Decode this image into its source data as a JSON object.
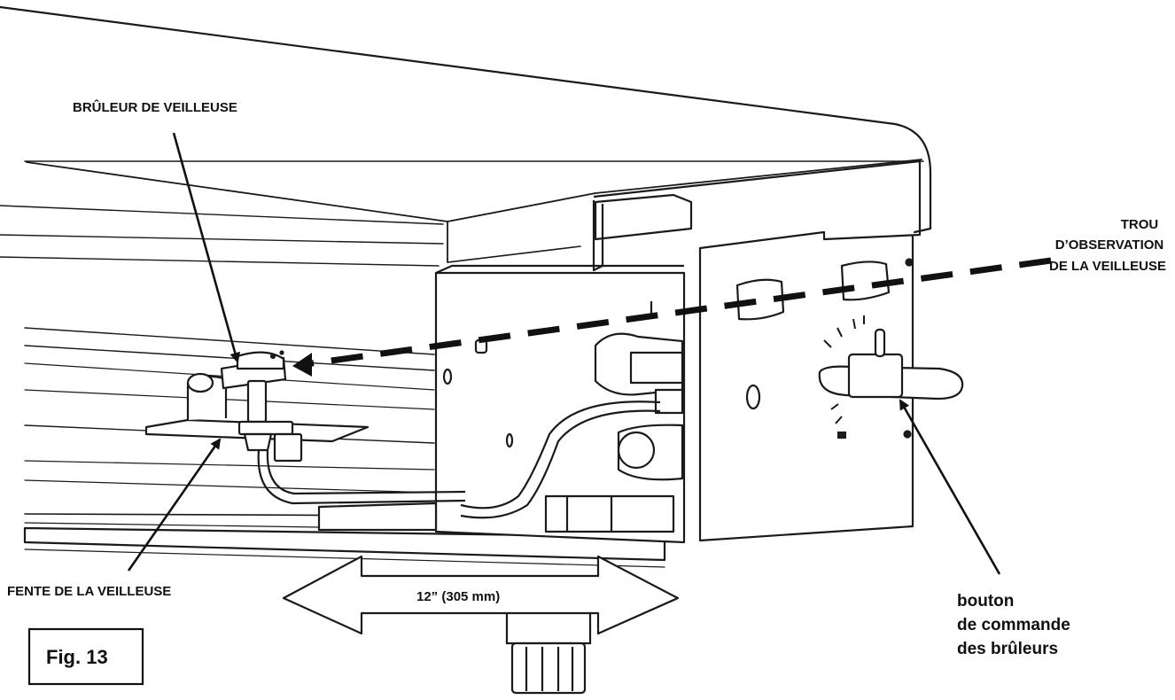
{
  "labels": {
    "pilot_burner": "BRÛLEUR DE VEILLEUSE",
    "sight_hole_line1": "TROU",
    "sight_hole_line2": "D’OBSERVATION",
    "sight_hole_line3": "DE LA VEILLEUSE",
    "pilot_slot": "FENTE DE LA VEILLEUSE",
    "dimension": "12” (305 mm)",
    "knob_line1": "bouton",
    "knob_line2": "de commande",
    "knob_line3": "des brûleurs",
    "figure": "Fig. 13"
  },
  "colors": {
    "line": "#1a1a1a",
    "fill": "#ffffff",
    "shade": "#e9e9e9"
  }
}
